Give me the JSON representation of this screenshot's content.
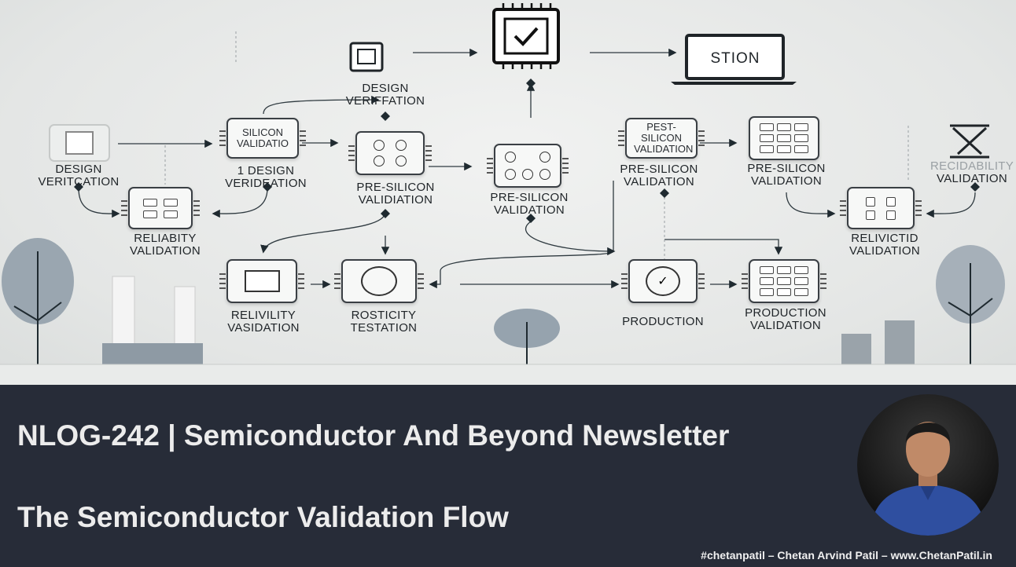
{
  "diagram": {
    "top_label": {
      "l1": "DESIGN",
      "l2": "VERIFFATION"
    },
    "laptop_screen": "STION",
    "nodes": [
      {
        "label1": "DESIGN",
        "label2": "VERITCATION"
      },
      {
        "inner": "SILICON VALIDATIO",
        "label1": "1 DESIGN",
        "label2": "VERIDEATION"
      },
      {
        "label1": "PRE-SILICON",
        "label2": "VALIDIATION"
      },
      {
        "label1": "PRE-SILICON",
        "label2": "VALIDATION"
      },
      {
        "inner": "PEST- SILICON VALIDATION",
        "label1": "PRE-SILICON",
        "label2": "VALIDATION"
      },
      {
        "label1": "PRE-SILICON",
        "label2": "VALIDATION"
      },
      {
        "label1": "RECIDABILITY",
        "label2": "VALIDATION"
      },
      {
        "label1": "RELIABITY",
        "label2": "VALIDATION"
      },
      {
        "label1": "RELIVICTID",
        "label2": "VALIDATION"
      },
      {
        "label1": "RELIVILITY",
        "label2": "VASIDATION"
      },
      {
        "label1": "ROSTICITY",
        "label2": "TESTATION"
      },
      {
        "label1": "PRODUCTION",
        "label2": ""
      },
      {
        "label1": "PRODUCTION",
        "label2": "VALIDATION"
      }
    ]
  },
  "banner": {
    "title": "NLOG-242 | Semiconductor And Beyond Newsletter",
    "subtitle": "The Semiconductor Validation Flow",
    "footer": "#chetanpatil – Chetan Arvind Patil – www.ChetanPatil.in"
  },
  "colors": {
    "band": "#272c38",
    "line": "#2f3a40",
    "tree": "#9aa6b0"
  }
}
